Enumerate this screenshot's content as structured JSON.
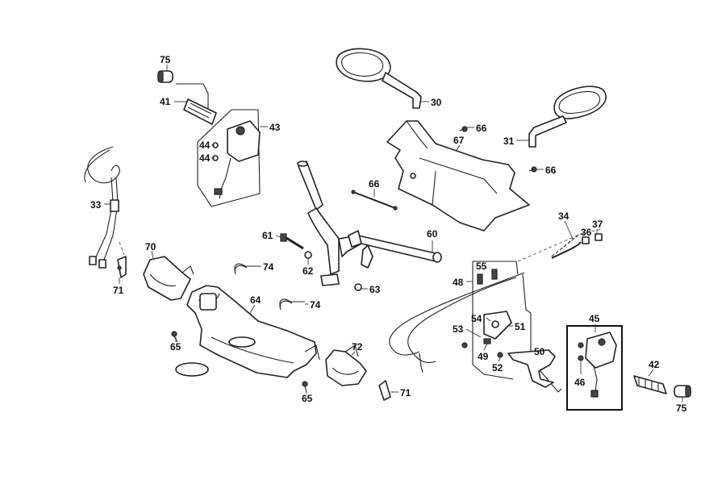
{
  "diagram": {
    "labels": [
      "75",
      "41",
      "43",
      "44",
      "44",
      "33",
      "70",
      "71",
      "61",
      "62",
      "63",
      "74",
      "74",
      "64",
      "65",
      "65",
      "72",
      "71",
      "30",
      "66",
      "67",
      "31",
      "66",
      "66",
      "60",
      "34",
      "37",
      "36",
      "55",
      "48",
      "54",
      "53",
      "51",
      "49",
      "52",
      "50",
      "45",
      "46",
      "42",
      "75"
    ]
  }
}
